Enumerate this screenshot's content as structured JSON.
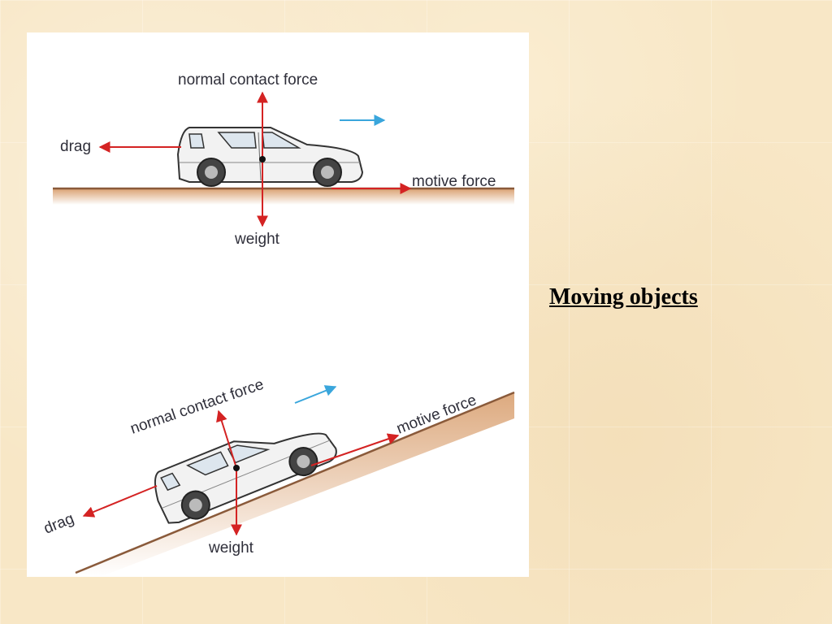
{
  "slide": {
    "title": "Moving objects"
  },
  "diagram": {
    "flat": {
      "labels": {
        "normal": "normal contact force",
        "drag": "drag",
        "motive": "motive force",
        "weight": "weight"
      }
    },
    "incline": {
      "labels": {
        "normal": "normal contact force",
        "drag": "drag",
        "motive": "motive force",
        "weight": "weight"
      }
    }
  },
  "colors": {
    "force_arrow": "#d42323",
    "motion_arrow": "#3aa6dc",
    "ground": "#d9a070",
    "text": "#2f2f3a"
  }
}
